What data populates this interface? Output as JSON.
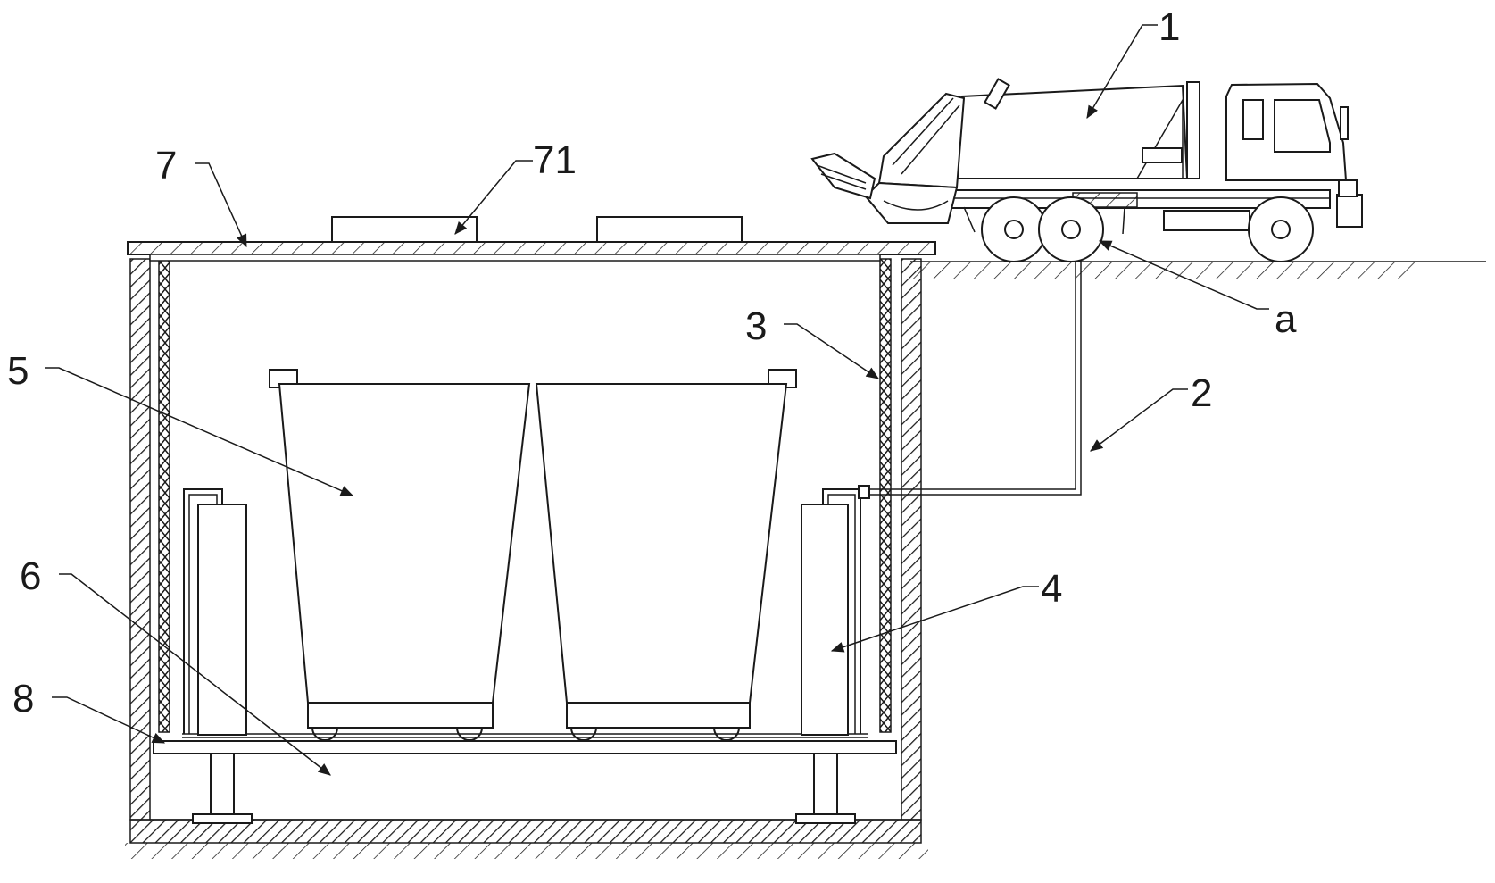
{
  "labels": {
    "l1": "1",
    "l2": "2",
    "l3": "3",
    "l4": "4",
    "l5": "5",
    "l6": "6",
    "l7": "7",
    "l71": "71",
    "l8": "8",
    "la": "a"
  }
}
